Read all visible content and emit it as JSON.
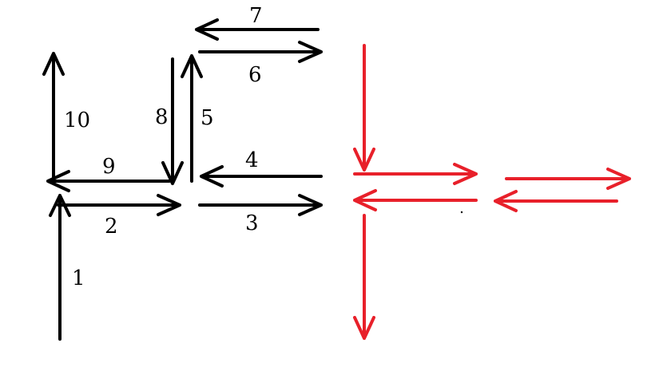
{
  "colors": {
    "black": "#000000",
    "red": "#e8202a",
    "background": "#ffffff"
  },
  "labels": {
    "l1": "1",
    "l2": "2",
    "l3": "3",
    "l4": "4",
    "l5": "5",
    "l6": "6",
    "l7": "7",
    "l8": "8",
    "l9": "9",
    "l10": "10"
  }
}
